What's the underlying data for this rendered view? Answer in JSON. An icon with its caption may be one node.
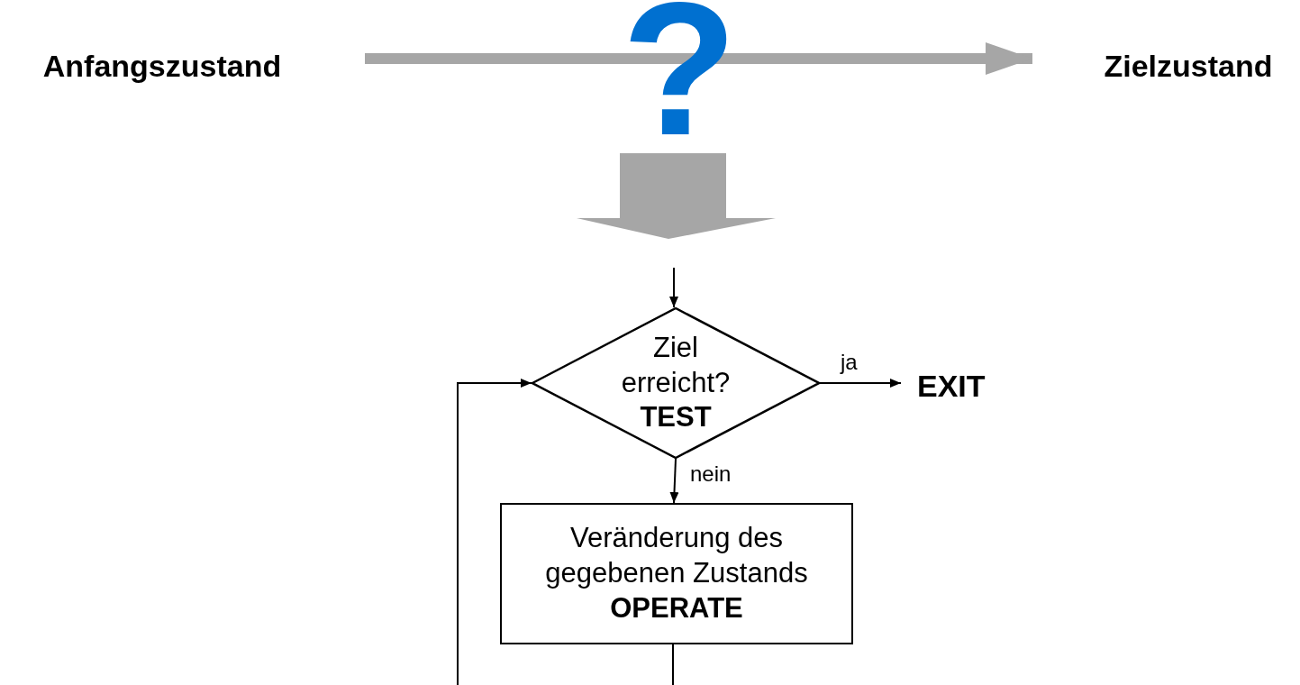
{
  "diagram": {
    "nodes": [
      {
        "text": [
          "Anfangszustand"
        ]
      },
      {
        "text": [
          "Zielzustand"
        ]
      },
      {
        "text": [
          "Ziel erreicht?",
          "TEST"
        ]
      },
      {
        "text": [
          "EXIT"
        ]
      },
      {
        "text": [
          "Veränderung des gegebenen Zustands",
          "OPERATE"
        ]
      }
    ],
    "edges": [
      {
        "from": 0,
        "to": 1,
        "arrow": "to",
        "style": "thick",
        "color": "#a6a6a6"
      },
      {
        "from": null,
        "to": 2,
        "arrow": "to"
      },
      {
        "from": 2,
        "to": 3,
        "arrow": "to",
        "label": "ja"
      },
      {
        "from": 2,
        "to": 4,
        "arrow": "to",
        "label": "nein"
      },
      {
        "from": 4,
        "to": 2,
        "arrow": "to"
      }
    ],
    "labels": [
      "?"
    ]
  }
}
